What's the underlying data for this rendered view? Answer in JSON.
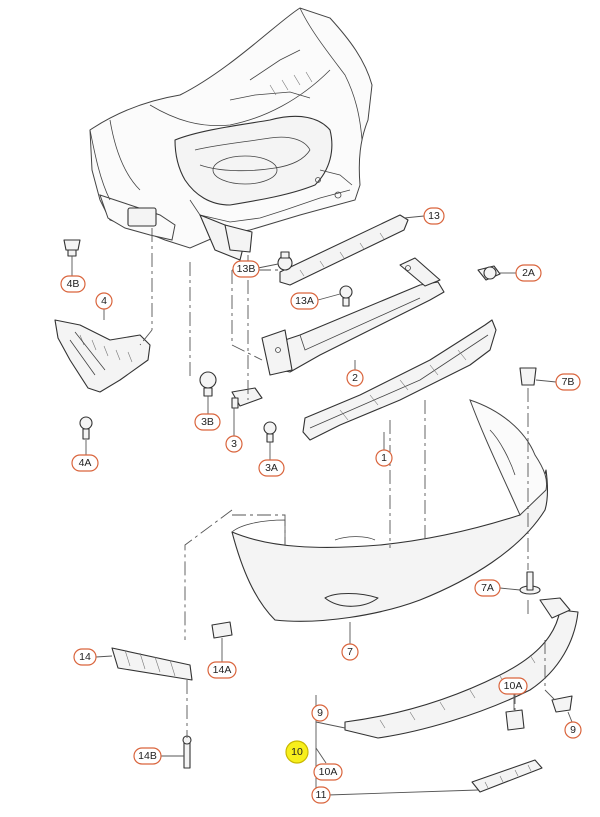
{
  "labels": {
    "c4B": "4B",
    "c4": "4",
    "c4A": "4A",
    "c13": "13",
    "c13B": "13B",
    "c13A": "13A",
    "c2A": "2A",
    "c2": "2",
    "c3B": "3B",
    "c3": "3",
    "c3A": "3A",
    "c1": "1",
    "c7B": "7B",
    "c7A": "7A",
    "c7": "7",
    "c14": "14",
    "c14A": "14A",
    "c14B": "14B",
    "c10A_right": "10A",
    "c9_right": "9",
    "c9_left": "9",
    "c10": "10",
    "c10A_left": "10A",
    "c11": "11"
  },
  "highlight": {
    "label": "10",
    "color": "#f7ef1c"
  },
  "colors": {
    "callout_border": "#d9643c",
    "line": "#333333"
  }
}
